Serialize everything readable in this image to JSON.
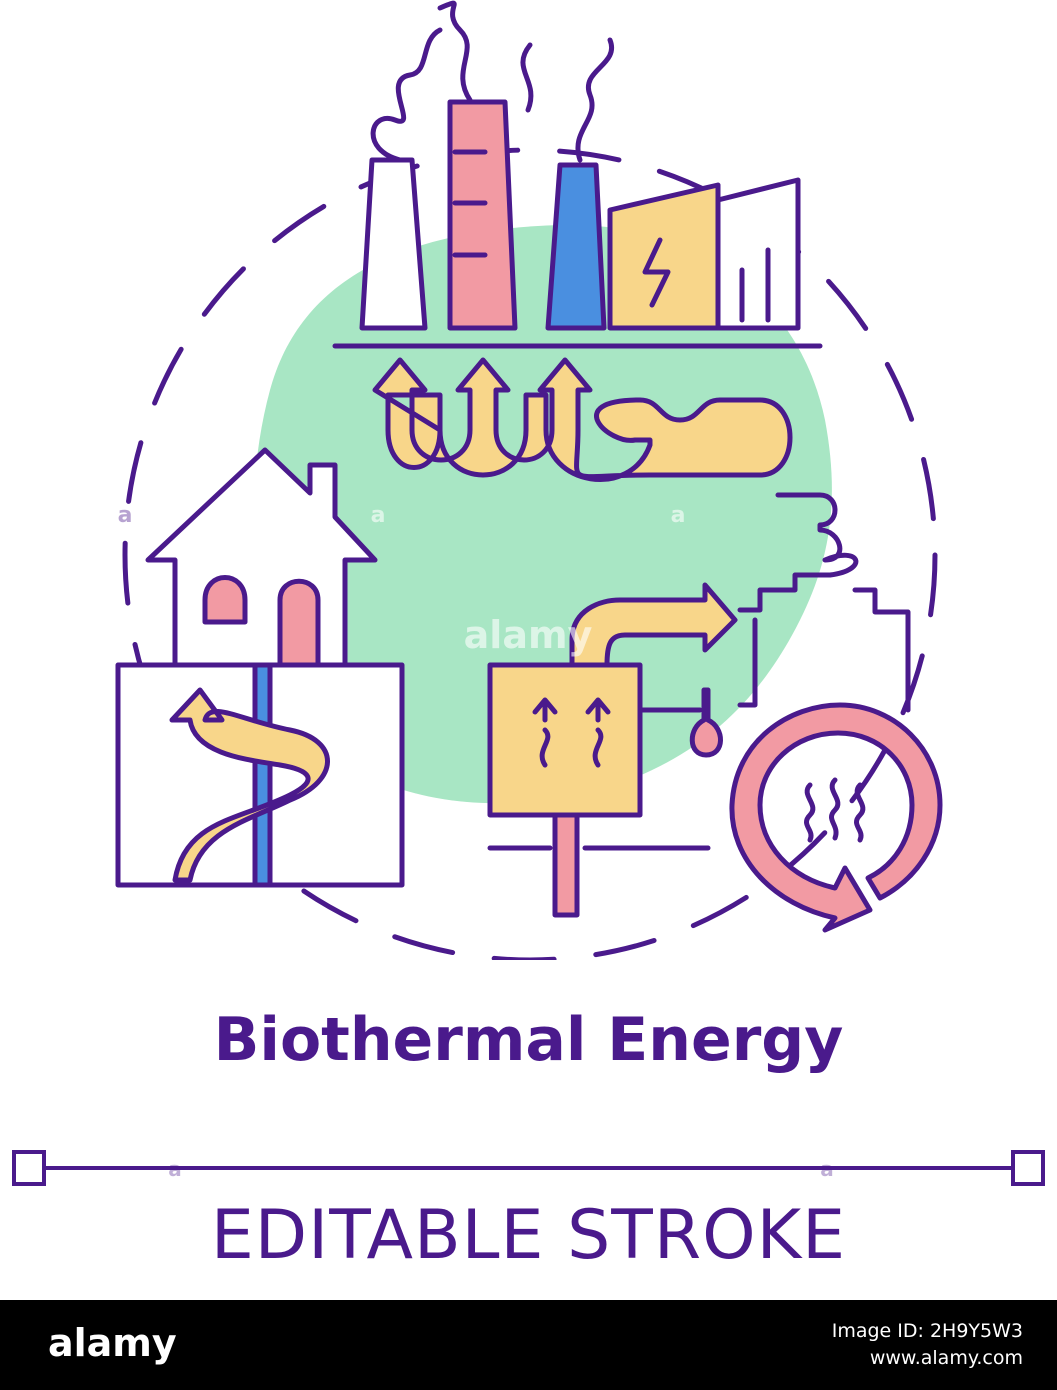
{
  "title": "Biothermal Energy",
  "subtitle": "EDITABLE STROKE",
  "watermark": {
    "text": "alamy",
    "small": "a"
  },
  "footer": {
    "logo": "alamy",
    "line1": "Image ID: 2H9Y5W3",
    "line2": "www.alamy.com"
  },
  "colors": {
    "stroke": "#4a1a8c",
    "green_blob": "#a8e6c4",
    "pink": "#f29aa3",
    "blue": "#4a8fe0",
    "yellow": "#f8d68a",
    "footer_bg": "#000000"
  }
}
